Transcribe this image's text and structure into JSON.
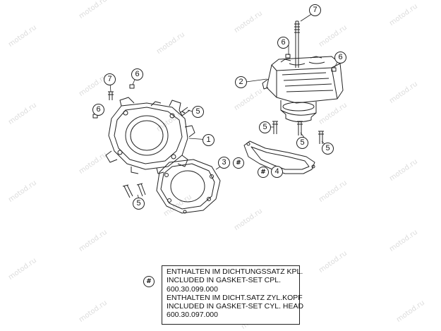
{
  "watermark_text": "motod.ru",
  "callouts": {
    "c1": "1",
    "c2": "2",
    "c3": "3",
    "c4": "4",
    "c5a": "5",
    "c5b": "5",
    "c5c": "5",
    "c5d": "5",
    "c5e": "5",
    "c6a": "6",
    "c6b": "6",
    "c6c": "6",
    "c6d": "6",
    "c7a": "7",
    "c7b": "7"
  },
  "hash_symbol": "#",
  "legend": {
    "line1": "ENTHALTEN IM DICHTUNGSSATZ KPL.",
    "line2": "INCLUDED IN GASKET-SET CPL.",
    "line3": "600.30.099.000",
    "line4": "ENTHALTEN IM DICHT.SATZ ZYL.KOPF",
    "line5": "INCLUDED IN GASKET-SET CYL. HEAD",
    "line6": "600.30.097.000"
  }
}
